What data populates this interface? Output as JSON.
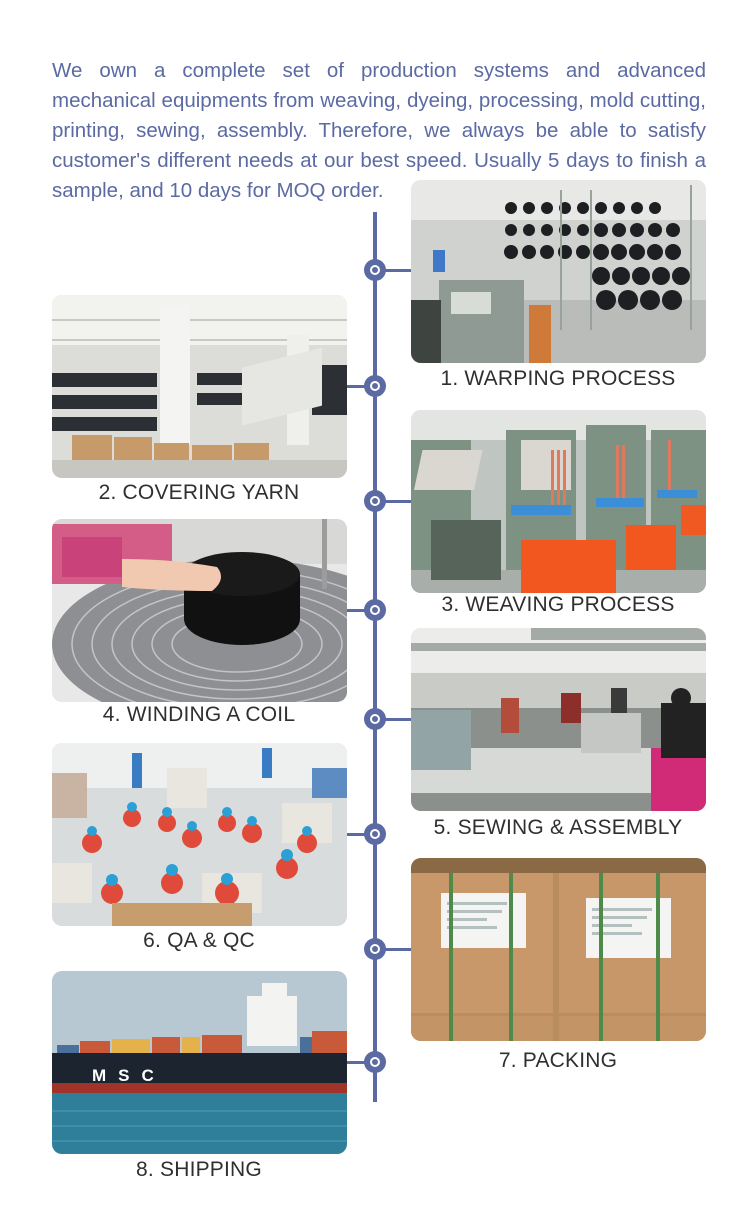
{
  "intro": "We own a complete set of production systems and advanced mechanical equipments from weaving, dyeing, processing, mold cutting, printing, sewing, assembly. Therefore, we always be able to satisfy customer's different needs at our best speed. Usually 5 days to finish a sample, and 10 days for MOQ order.",
  "steps": [
    {
      "label": "1. WARPING PROCESS"
    },
    {
      "label": "2. COVERING YARN"
    },
    {
      "label": "3. WEAVING PROCESS"
    },
    {
      "label": "4. WINDING A COIL"
    },
    {
      "label": "5. SEWING & ASSEMBLY"
    },
    {
      "label": "6. QA & QC"
    },
    {
      "label": "7. PACKING"
    },
    {
      "label": "8. SHIPPING"
    }
  ],
  "ship_hull_text": "MSC",
  "colors": {
    "accent": "#5b6aa3",
    "caption": "#2f2f2f"
  }
}
